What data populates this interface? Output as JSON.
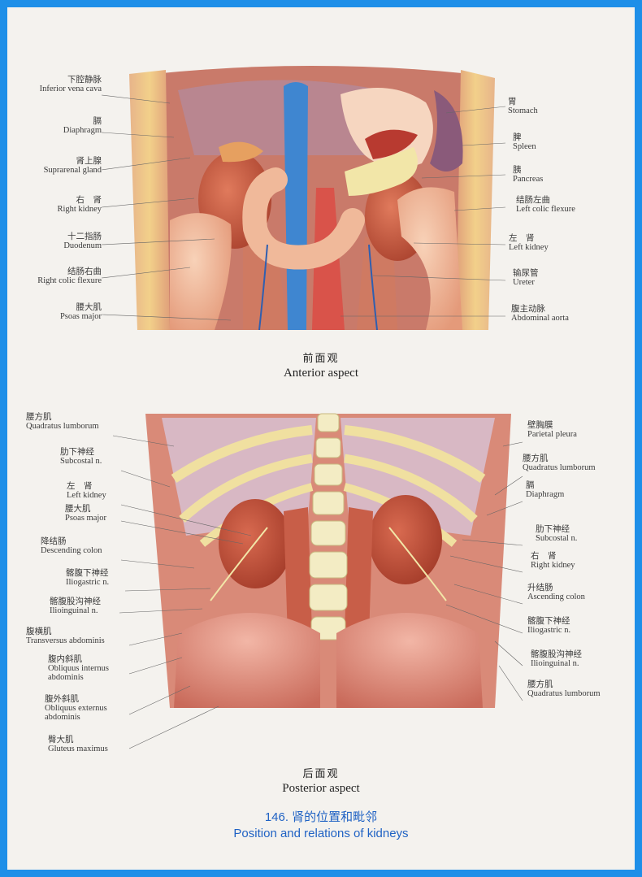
{
  "anterior": {
    "caption_cn": "前面观",
    "caption_en": "Anterior aspect",
    "left_labels": [
      {
        "cn": "下腔静脉",
        "en": "Inferior vena cava"
      },
      {
        "cn": "膈",
        "en": "Diaphragm"
      },
      {
        "cn": "肾上腺",
        "en": "Suprarenal gland"
      },
      {
        "cn": "右　肾",
        "en": "Right kidney"
      },
      {
        "cn": "十二指肠",
        "en": "Duodenum"
      },
      {
        "cn": "结肠右曲",
        "en": "Right colic flexure"
      },
      {
        "cn": "腰大肌",
        "en": "Psoas major"
      }
    ],
    "right_labels": [
      {
        "cn": "胃",
        "en": "Stomach"
      },
      {
        "cn": "脾",
        "en": "Spleen"
      },
      {
        "cn": "胰",
        "en": "Pancreas"
      },
      {
        "cn": "结肠左曲",
        "en": "Left colic flexure"
      },
      {
        "cn": "左　肾",
        "en": "Left kidney"
      },
      {
        "cn": "输尿管",
        "en": "Ureter"
      },
      {
        "cn": "腹主动脉",
        "en": "Abdominal aorta"
      }
    ]
  },
  "posterior": {
    "caption_cn": "后面观",
    "caption_en": "Posterior aspect",
    "left_labels": [
      {
        "cn": "腰方肌",
        "en": "Quadratus lumborum"
      },
      {
        "cn": "肋下神经",
        "en": "Subcostal n."
      },
      {
        "cn": "左　肾",
        "en": "Left kidney"
      },
      {
        "cn": "腰大肌",
        "en": "Psoas major"
      },
      {
        "cn": "降结肠",
        "en": "Descending colon"
      },
      {
        "cn": "髂腹下神经",
        "en": "Iliogastric n."
      },
      {
        "cn": "髂腹股沟神经",
        "en": "Ilioinguinal n."
      },
      {
        "cn": "腹横肌",
        "en": "Transversus abdominis"
      },
      {
        "cn": "腹内斜肌",
        "en": "Obliquus internus",
        "en2": "abdominis"
      },
      {
        "cn": "腹外斜肌",
        "en": "Obliquus externus",
        "en2": "abdominis"
      },
      {
        "cn": "臀大肌",
        "en": "Gluteus maximus"
      }
    ],
    "right_labels": [
      {
        "cn": "壁胸膜",
        "en": "Parietal pleura"
      },
      {
        "cn": "腰方肌",
        "en": "Quadratus lumborum"
      },
      {
        "cn": "膈",
        "en": "Diaphragm"
      },
      {
        "cn": "肋下神经",
        "en": "Subcostal n."
      },
      {
        "cn": "右　肾",
        "en": "Right kidney"
      },
      {
        "cn": "升结肠",
        "en": "Ascending colon"
      },
      {
        "cn": "髂腹下神经",
        "en": "Iliogastric n."
      },
      {
        "cn": "髂腹股沟神经",
        "en": "Ilioinguinal n."
      },
      {
        "cn": "腰方肌",
        "en": "Quadratus lumborum"
      }
    ]
  },
  "figure": {
    "number_title_cn": "146. 肾的位置和毗邻",
    "title_en": "Position and relations of kidneys"
  },
  "colors": {
    "border": "#1e8fe8",
    "paper": "#f4f2ee",
    "title_blue": "#1f62c4",
    "vein_blue": "#3f86d0",
    "artery_red": "#d9534a",
    "muscle": "#d98a78",
    "kidney": "#c8553e",
    "bone": "#f0e6b8"
  }
}
